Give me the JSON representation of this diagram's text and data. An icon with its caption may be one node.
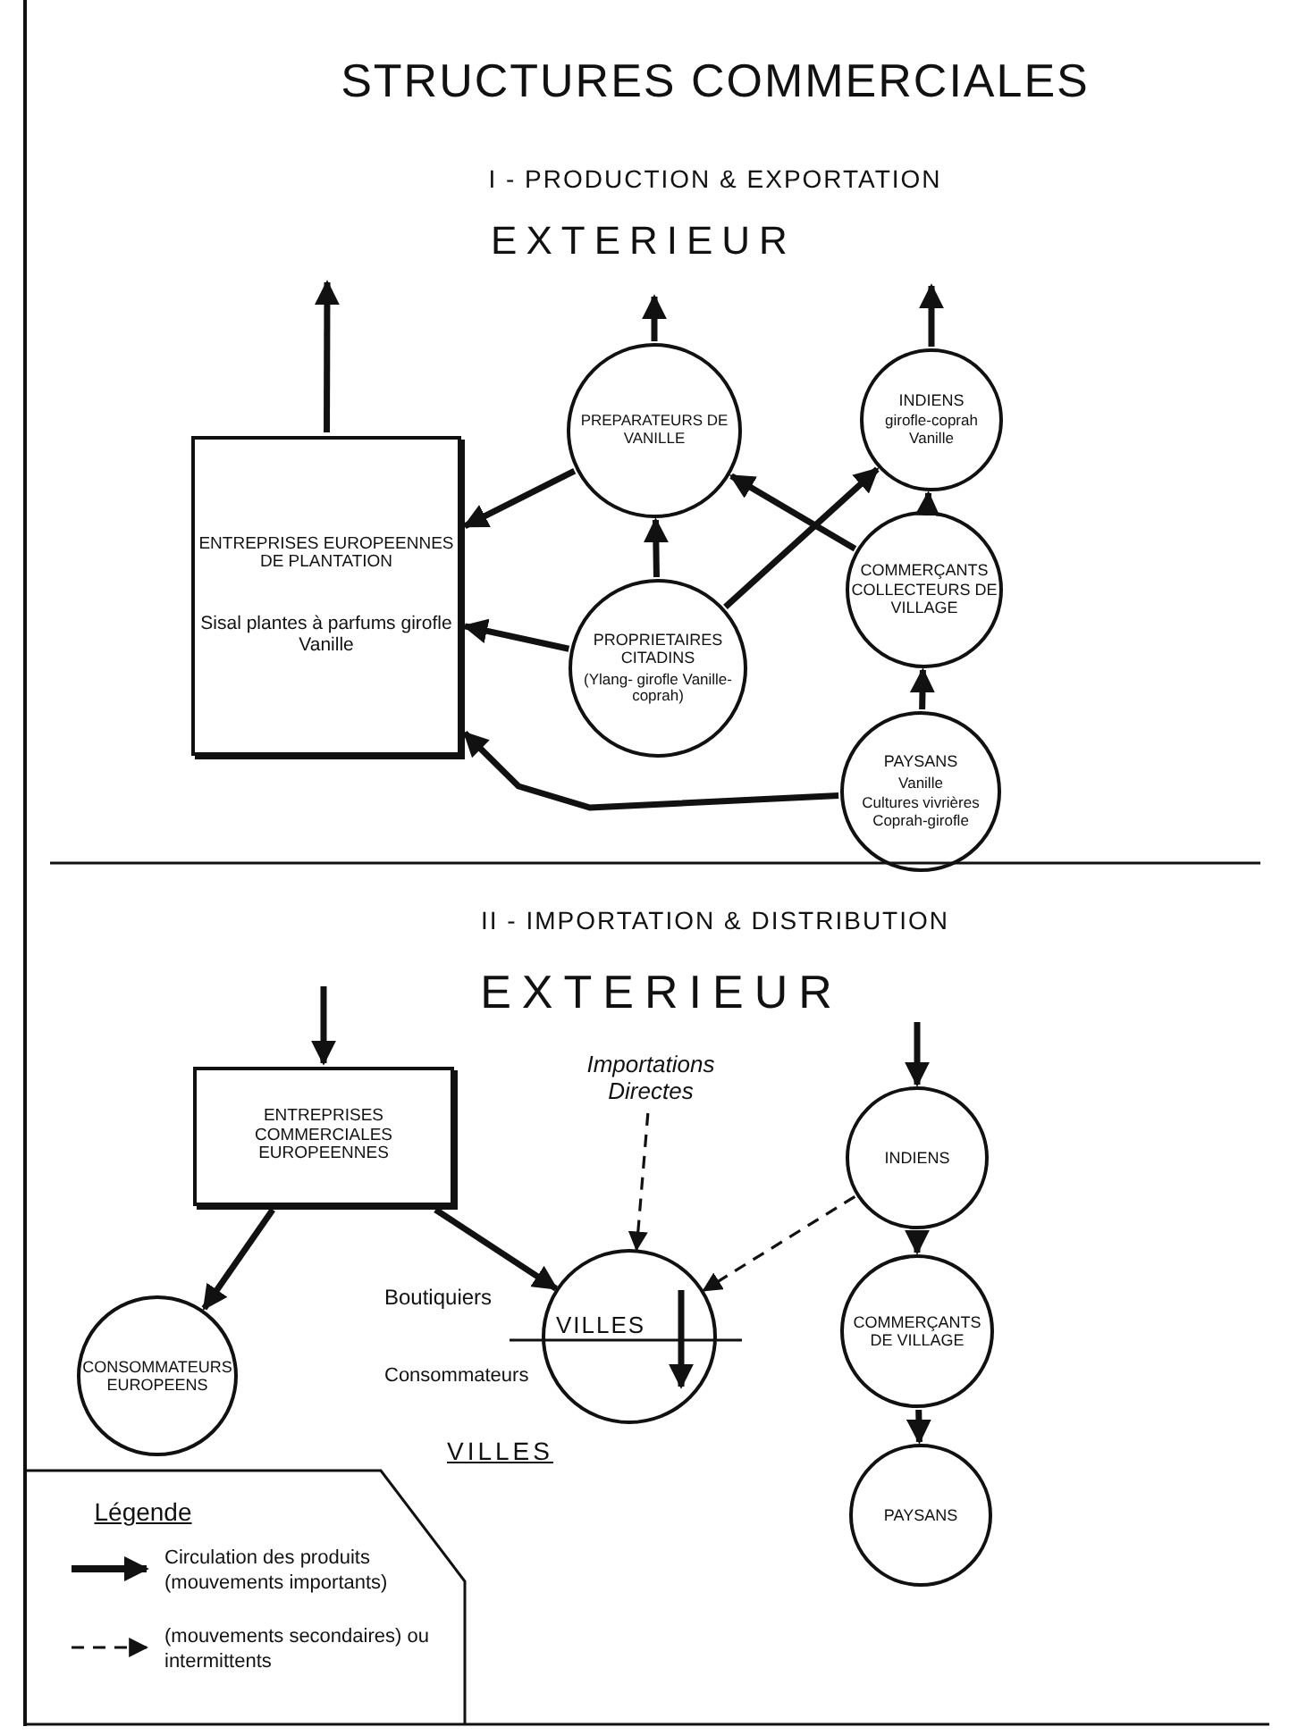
{
  "diagram": {
    "title": "STRUCTURES COMMERCIALES",
    "nodes": [
      {
        "text": [
          "ENTREPRISES EUROPEENNES DE PLANTATION",
          "Sisal plantes à parfums girofle Vanille"
        ]
      },
      {
        "text": [
          "PREPARATEURS DE VANILLE"
        ]
      },
      {
        "text": [
          "INDIENS",
          "girofle-coprah Vanille"
        ]
      },
      {
        "text": [
          "PROPRIETAIRES CITADINS",
          "(Ylang- girofle Vanille-coprah)"
        ]
      },
      {
        "text": [
          "COMMERÇANTS COLLECTEURS DE VILLAGE"
        ]
      },
      {
        "text": [
          "PAYSANS",
          "Vanille",
          "Cultures vivrières Coprah-girofle"
        ]
      },
      {
        "text": [
          "ENTREPRISES COMMERCIALES EUROPEENNES"
        ]
      },
      {
        "text": [
          "CONSOMMATEURS EUROPEENS"
        ]
      },
      {
        "text": [
          "Boutiquiers",
          "VILLES",
          "Consommateurs"
        ],
        "beside": [
          "VILLES"
        ]
      },
      {
        "text": [
          "Importations Directes"
        ]
      },
      {
        "text": [
          "INDIENS"
        ]
      },
      {
        "text": [
          "COMMERÇANTS DE VILLAGE"
        ]
      },
      {
        "text": [
          "PAYSANS"
        ]
      }
    ],
    "edges": [
      {
        "from": 0,
        "to": null,
        "arrow": "to"
      },
      {
        "from": 1,
        "to": null,
        "arrow": "to"
      },
      {
        "from": 2,
        "to": null,
        "arrow": "to"
      },
      {
        "from": 1,
        "to": 0,
        "arrow": "to"
      },
      {
        "from": 3,
        "to": 1,
        "arrow": "to"
      },
      {
        "from": 3,
        "to": 0,
        "arrow": "to"
      },
      {
        "from": 3,
        "to": 2,
        "arrow": "to"
      },
      {
        "from": 4,
        "to": 1,
        "arrow": "to"
      },
      {
        "from": 4,
        "to": 2,
        "arrow": "to"
      },
      {
        "from": 5,
        "to": 4,
        "arrow": "to"
      },
      {
        "from": 5,
        "to": 0,
        "arrow": "to"
      },
      {
        "from": null,
        "to": 6,
        "arrow": "to"
      },
      {
        "from": 6,
        "to": 7,
        "arrow": "to"
      },
      {
        "from": 6,
        "to": 8,
        "arrow": "to"
      },
      {
        "from": 9,
        "to": 8,
        "arrow": "to",
        "style": "dashed"
      },
      {
        "from": 10,
        "to": 8,
        "arrow": "to",
        "style": "dashed"
      },
      {
        "from": null,
        "to": 10,
        "arrow": "to"
      },
      {
        "from": 10,
        "to": 11,
        "arrow": "to"
      },
      {
        "from": 11,
        "to": 12,
        "arrow": "to"
      }
    ],
    "labels": [
      "I - PRODUCTION & EXPORTATION",
      "EXTERIEUR",
      "II - IMPORTATION & DISTRIBUTION",
      "EXTERIEUR",
      "Légende"
    ],
    "legend": [
      {
        "text": "Circulation des produits (mouvements importants)"
      },
      {
        "text": "(mouvements secondaires) ou intermittents"
      }
    ]
  }
}
